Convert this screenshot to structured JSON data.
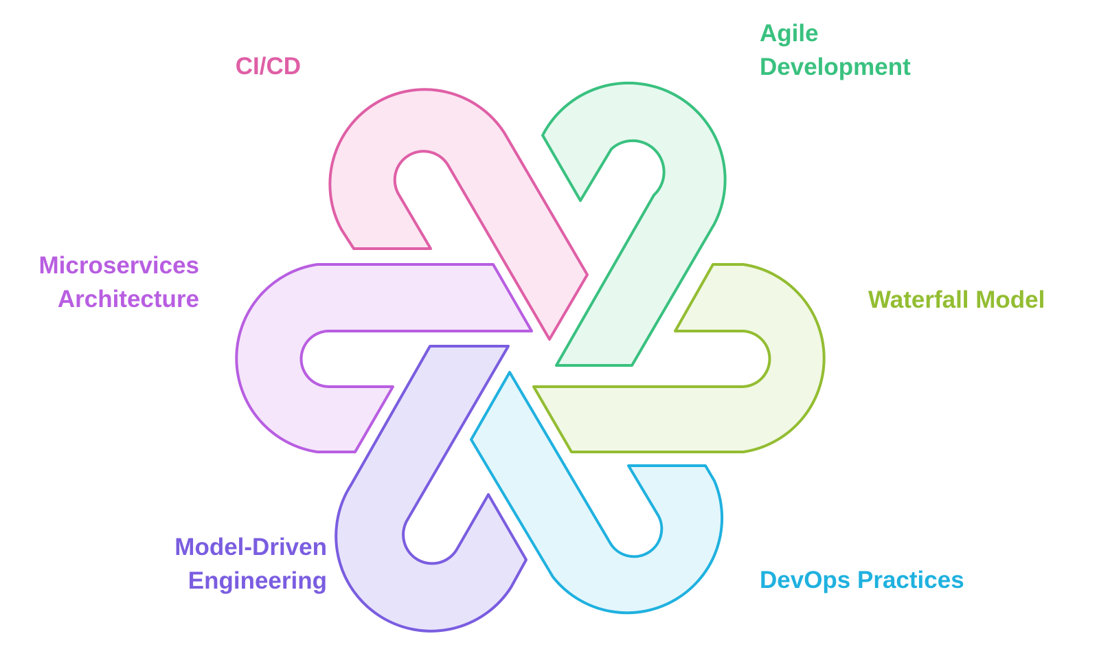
{
  "diagram": {
    "segments": [
      {
        "key": "cicd",
        "lines": [
          "CI/CD"
        ],
        "stroke": "#df5fa6",
        "fill": "#fce6f2"
      },
      {
        "key": "agile",
        "lines": [
          "Agile",
          "Development"
        ],
        "stroke": "#39c17f",
        "fill": "#e7f8ef"
      },
      {
        "key": "microservices",
        "lines": [
          "Microservices",
          "Architecture"
        ],
        "stroke": "#b85ee1",
        "fill": "#f5e6fb"
      },
      {
        "key": "waterfall",
        "lines": [
          "Waterfall Model"
        ],
        "stroke": "#93bd32",
        "fill": "#f1f8e6"
      },
      {
        "key": "mde",
        "lines": [
          "Model-Driven",
          "Engineering"
        ],
        "stroke": "#7a5de0",
        "fill": "#e7e3fb"
      },
      {
        "key": "devops",
        "lines": [
          "DevOps Practices"
        ],
        "stroke": "#1fb1df",
        "fill": "#e3f6fc"
      }
    ]
  }
}
